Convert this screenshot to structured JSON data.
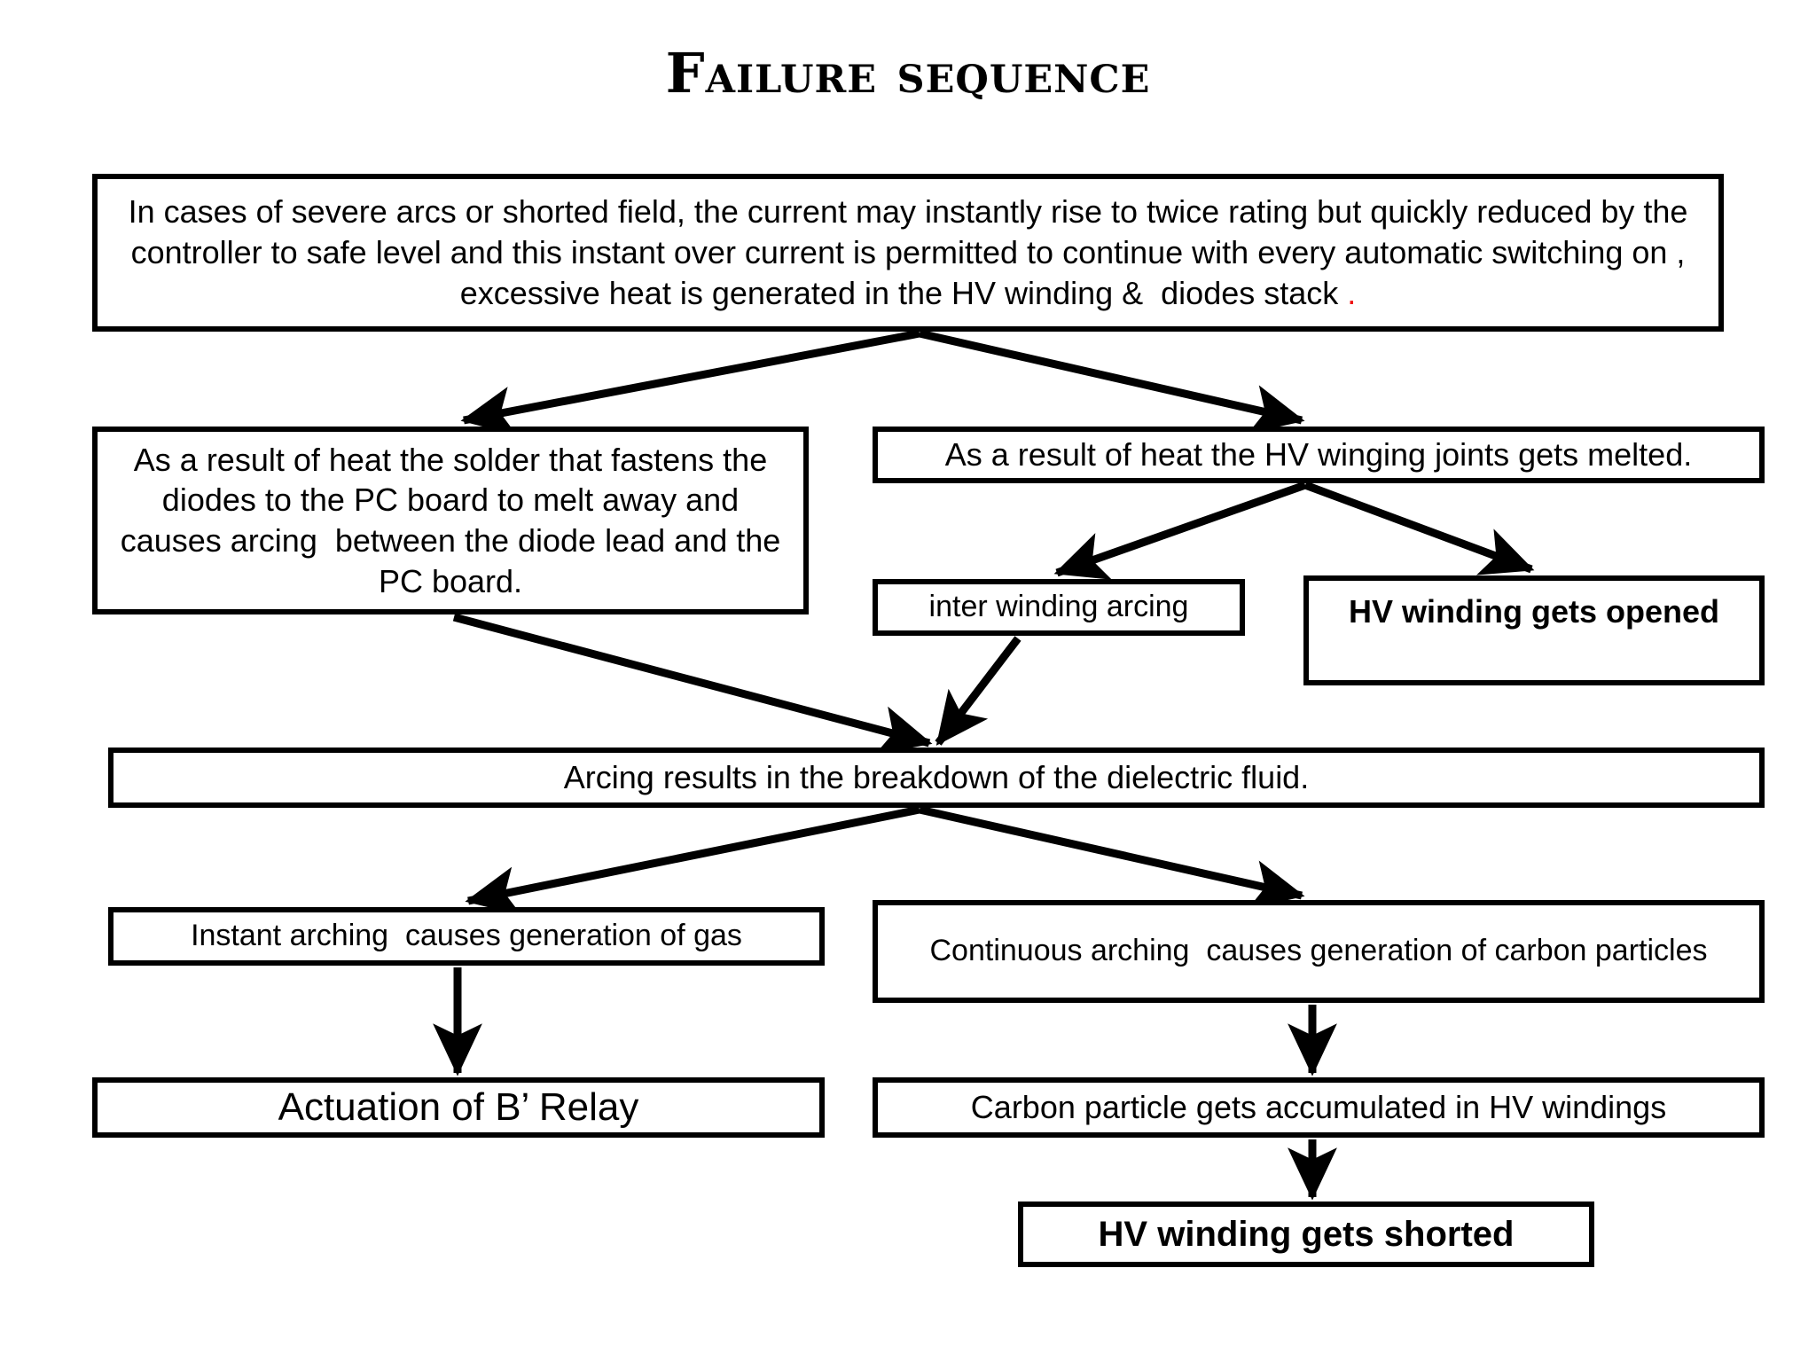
{
  "page": {
    "title": "Failure sequence",
    "background": "#ffffff",
    "line_color": "#000000",
    "accent_red": "#ee1111"
  },
  "nodes": {
    "overheat": {
      "text_before_mark": "In cases of severe arcs or shorted field, the current may instantly rise to twice rating but quickly reduced by the controller to safe level and this instant over current is permitted to continue with every automatic switching on , excessive heat is generated in the HV winding &  diodes stack ",
      "trailing_mark": "."
    },
    "solder": "As a result of heat the solder that fastens the diodes to the PC board to melt away and causes arcing  between the diode lead and the PC board.",
    "joints": "As a result of heat the HV winging joints gets melted.",
    "inter_winding_arcing": "inter winding arcing",
    "hv_winding_opened": "HV winding gets opened",
    "dielectric_breakdown": "Arcing results in the breakdown of the dielectric fluid.",
    "instant_arching_gas": "Instant arching  causes generation of gas",
    "continuous_arching_carbon": "Continuous arching  causes generation of carbon particles",
    "relay_actuation": "Actuation of B’ Relay",
    "carbon_accumulated": "Carbon particle gets accumulated in HV windings",
    "hv_winding_shorted": "HV winding gets shorted"
  },
  "edges": [
    {
      "from": "overheat",
      "to": "solder",
      "style": "diagonal-arrow"
    },
    {
      "from": "overheat",
      "to": "joints",
      "style": "diagonal-arrow"
    },
    {
      "from": "joints",
      "to": "inter_winding_arcing",
      "style": "diagonal-arrow"
    },
    {
      "from": "joints",
      "to": "hv_winding_opened",
      "style": "diagonal-arrow"
    },
    {
      "from": "solder",
      "to": "dielectric_breakdown",
      "style": "diagonal-arrow"
    },
    {
      "from": "inter_winding_arcing",
      "to": "dielectric_breakdown",
      "style": "diagonal-arrow"
    },
    {
      "from": "dielectric_breakdown",
      "to": "instant_arching_gas",
      "style": "diagonal-arrow"
    },
    {
      "from": "dielectric_breakdown",
      "to": "continuous_arching_carbon",
      "style": "diagonal-arrow"
    },
    {
      "from": "instant_arching_gas",
      "to": "relay_actuation",
      "style": "vertical-arrow"
    },
    {
      "from": "continuous_arching_carbon",
      "to": "carbon_accumulated",
      "style": "vertical-arrow"
    },
    {
      "from": "carbon_accumulated",
      "to": "hv_winding_shorted",
      "style": "vertical-arrow"
    }
  ]
}
